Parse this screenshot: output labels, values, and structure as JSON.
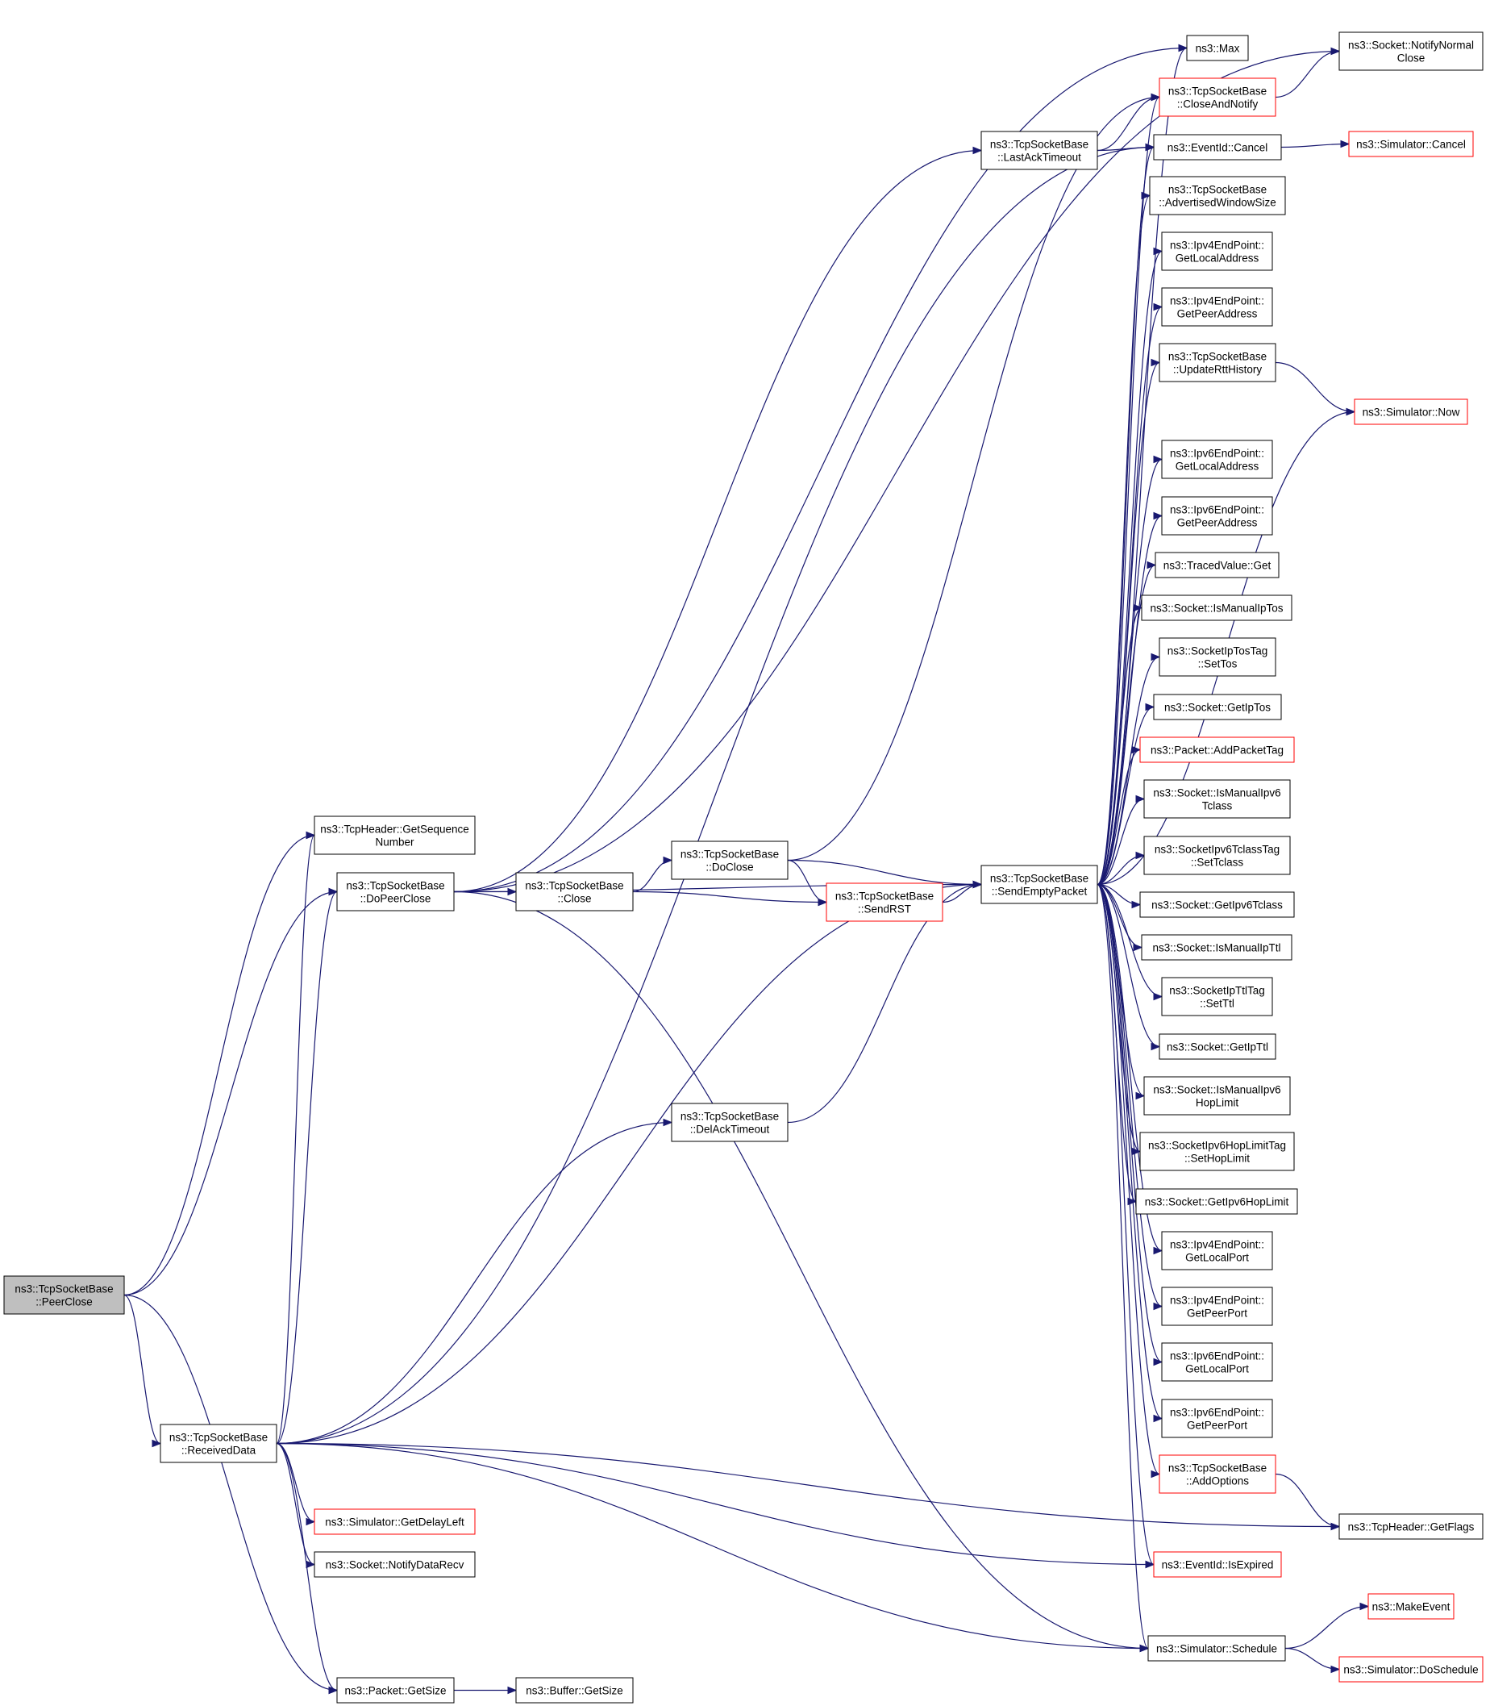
{
  "colors": {
    "edge": "#191970",
    "node_border": "#000000",
    "node_border_incomplete": "#ff0000",
    "node_fill": "#ffffff",
    "root_fill": "#bfbfbf"
  },
  "nodes": [
    {
      "id": "peerclose",
      "lines": [
        "ns3::TcpSocketBase",
        "::PeerClose"
      ],
      "style": "root"
    },
    {
      "id": "getseq",
      "lines": [
        "ns3::TcpHeader::GetSequence",
        "Number"
      ],
      "style": "normal"
    },
    {
      "id": "dopeerclose",
      "lines": [
        "ns3::TcpSocketBase",
        "::DoPeerClose"
      ],
      "style": "normal"
    },
    {
      "id": "receiveddata",
      "lines": [
        "ns3::TcpSocketBase",
        "::ReceivedData"
      ],
      "style": "normal"
    },
    {
      "id": "close",
      "lines": [
        "ns3::TcpSocketBase",
        "::Close"
      ],
      "style": "normal"
    },
    {
      "id": "doclose",
      "lines": [
        "ns3::TcpSocketBase",
        "::DoClose"
      ],
      "style": "normal"
    },
    {
      "id": "delacktimeout",
      "lines": [
        "ns3::TcpSocketBase",
        "::DelAckTimeout"
      ],
      "style": "normal"
    },
    {
      "id": "sendrst",
      "lines": [
        "ns3::TcpSocketBase",
        "::SendRST"
      ],
      "style": "incomplete"
    },
    {
      "id": "lastacktimeout",
      "lines": [
        "ns3::TcpSocketBase",
        "::LastAckTimeout"
      ],
      "style": "normal"
    },
    {
      "id": "sendemptypacket",
      "lines": [
        "ns3::TcpSocketBase",
        "::SendEmptyPacket"
      ],
      "style": "normal"
    },
    {
      "id": "getdelayleft",
      "lines": [
        "ns3::Simulator::GetDelayLeft"
      ],
      "style": "incomplete"
    },
    {
      "id": "notifydatarecv",
      "lines": [
        "ns3::Socket::NotifyDataRecv"
      ],
      "style": "normal"
    },
    {
      "id": "packetgetsize",
      "lines": [
        "ns3::Packet::GetSize"
      ],
      "style": "normal"
    },
    {
      "id": "buffergetsize",
      "lines": [
        "ns3::Buffer::GetSize"
      ],
      "style": "normal"
    },
    {
      "id": "max",
      "lines": [
        "ns3::Max"
      ],
      "style": "normal"
    },
    {
      "id": "closeandnotify",
      "lines": [
        "ns3::TcpSocketBase",
        "::CloseAndNotify"
      ],
      "style": "incomplete"
    },
    {
      "id": "eventcancel",
      "lines": [
        "ns3::EventId::Cancel"
      ],
      "style": "normal"
    },
    {
      "id": "advwin",
      "lines": [
        "ns3::TcpSocketBase",
        "::AdvertisedWindowSize"
      ],
      "style": "normal"
    },
    {
      "id": "ipv4locaddr",
      "lines": [
        "ns3::Ipv4EndPoint::",
        "GetLocalAddress"
      ],
      "style": "normal"
    },
    {
      "id": "ipv4peeraddr",
      "lines": [
        "ns3::Ipv4EndPoint::",
        "GetPeerAddress"
      ],
      "style": "normal"
    },
    {
      "id": "updatertt",
      "lines": [
        "ns3::TcpSocketBase",
        "::UpdateRttHistory"
      ],
      "style": "normal"
    },
    {
      "id": "ipv6locaddr",
      "lines": [
        "ns3::Ipv6EndPoint::",
        "GetLocalAddress"
      ],
      "style": "normal"
    },
    {
      "id": "ipv6peeraddr",
      "lines": [
        "ns3::Ipv6EndPoint::",
        "GetPeerAddress"
      ],
      "style": "normal"
    },
    {
      "id": "tracedget",
      "lines": [
        "ns3::TracedValue::Get"
      ],
      "style": "normal"
    },
    {
      "id": "ismanualiptos",
      "lines": [
        "ns3::Socket::IsManualIpTos"
      ],
      "style": "normal"
    },
    {
      "id": "settos",
      "lines": [
        "ns3::SocketIpTosTag",
        "::SetTos"
      ],
      "style": "normal"
    },
    {
      "id": "getiptos",
      "lines": [
        "ns3::Socket::GetIpTos"
      ],
      "style": "normal"
    },
    {
      "id": "addpackettag",
      "lines": [
        "ns3::Packet::AddPacketTag"
      ],
      "style": "incomplete"
    },
    {
      "id": "ismanualipv6tclass",
      "lines": [
        "ns3::Socket::IsManualIpv6",
        "Tclass"
      ],
      "style": "normal"
    },
    {
      "id": "settclass",
      "lines": [
        "ns3::SocketIpv6TclassTag",
        "::SetTclass"
      ],
      "style": "normal"
    },
    {
      "id": "getipv6tclass",
      "lines": [
        "ns3::Socket::GetIpv6Tclass"
      ],
      "style": "normal"
    },
    {
      "id": "ismanualipttl",
      "lines": [
        "ns3::Socket::IsManualIpTtl"
      ],
      "style": "normal"
    },
    {
      "id": "setttl",
      "lines": [
        "ns3::SocketIpTtlTag",
        "::SetTtl"
      ],
      "style": "normal"
    },
    {
      "id": "getipttl",
      "lines": [
        "ns3::Socket::GetIpTtl"
      ],
      "style": "normal"
    },
    {
      "id": "ismanualipv6hop",
      "lines": [
        "ns3::Socket::IsManualIpv6",
        "HopLimit"
      ],
      "style": "normal"
    },
    {
      "id": "sethoplimit",
      "lines": [
        "ns3::SocketIpv6HopLimitTag",
        "::SetHopLimit"
      ],
      "style": "normal"
    },
    {
      "id": "getipv6hoplimit",
      "lines": [
        "ns3::Socket::GetIpv6HopLimit"
      ],
      "style": "normal"
    },
    {
      "id": "ipv4locport",
      "lines": [
        "ns3::Ipv4EndPoint::",
        "GetLocalPort"
      ],
      "style": "normal"
    },
    {
      "id": "ipv4peerport",
      "lines": [
        "ns3::Ipv4EndPoint::",
        "GetPeerPort"
      ],
      "style": "normal"
    },
    {
      "id": "ipv6locport",
      "lines": [
        "ns3::Ipv6EndPoint::",
        "GetLocalPort"
      ],
      "style": "normal"
    },
    {
      "id": "ipv6peerport",
      "lines": [
        "ns3::Ipv6EndPoint::",
        "GetPeerPort"
      ],
      "style": "normal"
    },
    {
      "id": "addoptions",
      "lines": [
        "ns3::TcpSocketBase",
        "::AddOptions"
      ],
      "style": "incomplete"
    },
    {
      "id": "isexpired",
      "lines": [
        "ns3::EventId::IsExpired"
      ],
      "style": "incomplete"
    },
    {
      "id": "schedule",
      "lines": [
        "ns3::Simulator::Schedule"
      ],
      "style": "normal"
    },
    {
      "id": "notifynormalclose",
      "lines": [
        "ns3::Socket::NotifyNormal",
        "Close"
      ],
      "style": "normal"
    },
    {
      "id": "simcancel",
      "lines": [
        "ns3::Simulator::Cancel"
      ],
      "style": "incomplete"
    },
    {
      "id": "simnow",
      "lines": [
        "ns3::Simulator::Now"
      ],
      "style": "incomplete"
    },
    {
      "id": "getflags",
      "lines": [
        "ns3::TcpHeader::GetFlags"
      ],
      "style": "normal"
    },
    {
      "id": "makeevent",
      "lines": [
        "ns3::MakeEvent"
      ],
      "style": "incomplete"
    },
    {
      "id": "doschedule",
      "lines": [
        "ns3::Simulator::DoSchedule"
      ],
      "style": "incomplete"
    }
  ],
  "edges": [
    [
      "peerclose",
      "getseq"
    ],
    [
      "peerclose",
      "dopeerclose"
    ],
    [
      "peerclose",
      "receiveddata"
    ],
    [
      "peerclose",
      "packetgetsize"
    ],
    [
      "dopeerclose",
      "max"
    ],
    [
      "dopeerclose",
      "notifynormalclose"
    ],
    [
      "dopeerclose",
      "close"
    ],
    [
      "dopeerclose",
      "sendemptypacket"
    ],
    [
      "dopeerclose",
      "lastacktimeout"
    ],
    [
      "dopeerclose",
      "schedule"
    ],
    [
      "receiveddata",
      "getseq"
    ],
    [
      "receiveddata",
      "dopeerclose"
    ],
    [
      "receiveddata",
      "eventcancel"
    ],
    [
      "receiveddata",
      "delacktimeout"
    ],
    [
      "receiveddata",
      "sendemptypacket"
    ],
    [
      "receiveddata",
      "getflags"
    ],
    [
      "receiveddata",
      "isexpired"
    ],
    [
      "receiveddata",
      "getdelayleft"
    ],
    [
      "receiveddata",
      "notifydatarecv"
    ],
    [
      "receiveddata",
      "packetgetsize"
    ],
    [
      "receiveddata",
      "schedule"
    ],
    [
      "close",
      "doclose"
    ],
    [
      "close",
      "sendrst"
    ],
    [
      "doclose",
      "sendemptypacket"
    ],
    [
      "doclose",
      "sendrst"
    ],
    [
      "doclose",
      "closeandnotify"
    ],
    [
      "delacktimeout",
      "sendemptypacket"
    ],
    [
      "sendrst",
      "sendemptypacket"
    ],
    [
      "lastacktimeout",
      "closeandnotify"
    ],
    [
      "lastacktimeout",
      "eventcancel"
    ],
    [
      "sendemptypacket",
      "max"
    ],
    [
      "sendemptypacket",
      "closeandnotify"
    ],
    [
      "sendemptypacket",
      "eventcancel"
    ],
    [
      "sendemptypacket",
      "advwin"
    ],
    [
      "sendemptypacket",
      "ipv4locaddr"
    ],
    [
      "sendemptypacket",
      "ipv4peeraddr"
    ],
    [
      "sendemptypacket",
      "updatertt"
    ],
    [
      "sendemptypacket",
      "simnow"
    ],
    [
      "sendemptypacket",
      "ipv6locaddr"
    ],
    [
      "sendemptypacket",
      "ipv6peeraddr"
    ],
    [
      "sendemptypacket",
      "tracedget"
    ],
    [
      "sendemptypacket",
      "ismanualiptos"
    ],
    [
      "sendemptypacket",
      "settos"
    ],
    [
      "sendemptypacket",
      "getiptos"
    ],
    [
      "sendemptypacket",
      "addpackettag"
    ],
    [
      "sendemptypacket",
      "ismanualipv6tclass"
    ],
    [
      "sendemptypacket",
      "settclass"
    ],
    [
      "sendemptypacket",
      "getipv6tclass"
    ],
    [
      "sendemptypacket",
      "ismanualipttl"
    ],
    [
      "sendemptypacket",
      "setttl"
    ],
    [
      "sendemptypacket",
      "getipttl"
    ],
    [
      "sendemptypacket",
      "ismanualipv6hop"
    ],
    [
      "sendemptypacket",
      "sethoplimit"
    ],
    [
      "sendemptypacket",
      "getipv6hoplimit"
    ],
    [
      "sendemptypacket",
      "ipv4locport"
    ],
    [
      "sendemptypacket",
      "ipv4peerport"
    ],
    [
      "sendemptypacket",
      "ipv6locport"
    ],
    [
      "sendemptypacket",
      "ipv6peerport"
    ],
    [
      "sendemptypacket",
      "addoptions"
    ],
    [
      "sendemptypacket",
      "isexpired"
    ],
    [
      "sendemptypacket",
      "schedule"
    ],
    [
      "packetgetsize",
      "buffergetsize"
    ],
    [
      "closeandnotify",
      "notifynormalclose"
    ],
    [
      "eventcancel",
      "simcancel"
    ],
    [
      "updatertt",
      "simnow"
    ],
    [
      "addoptions",
      "getflags"
    ],
    [
      "schedule",
      "makeevent"
    ],
    [
      "schedule",
      "doschedule"
    ]
  ]
}
